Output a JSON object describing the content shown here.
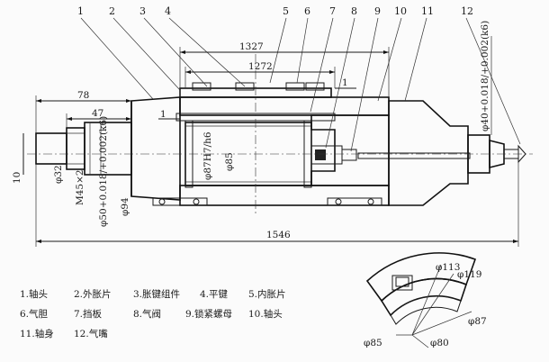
{
  "callouts": [
    "1",
    "2",
    "3",
    "4",
    "5",
    "6",
    "7",
    "8",
    "9",
    "10",
    "11",
    "12"
  ],
  "dimensions": {
    "d1327": "1327",
    "d1272": "1272",
    "d78": "78",
    "d47": "47",
    "d1": "1",
    "d1b": "1",
    "d10": "10",
    "d1546": "1546",
    "phi32": "φ32",
    "m45": "M45×2",
    "phi50": "φ50+0.018/+0.002(k6)",
    "phi94": "φ94",
    "phi87": "φ87H7/h6",
    "phi85": "φ85",
    "phi40": "φ40+0.018/+0.002(k6)"
  },
  "legend": [
    [
      "1.轴头",
      "2.外胀片",
      "3.胀键组件",
      "4.平键",
      "5.内胀片"
    ],
    [
      "6.气胆",
      "7.挡板",
      "8.气阀",
      "9.锁紧螺母",
      "10.轴头"
    ],
    [
      "11.轴身",
      "12.气嘴"
    ]
  ],
  "section": {
    "phi113": "φ113",
    "phi119": "φ119",
    "phi87": "φ87",
    "phi85": "φ85",
    "phi80": "φ80"
  }
}
